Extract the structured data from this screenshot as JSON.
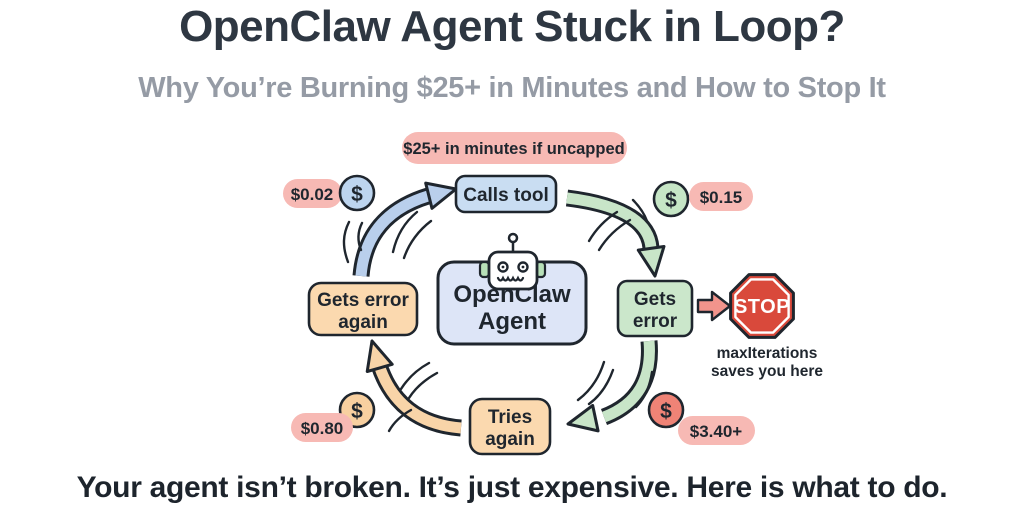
{
  "header": {
    "title": "OpenClaw Agent Stuck in Loop?",
    "subtitle": "Why You’re Burning $25+ in Minutes and How to Stop It"
  },
  "diagram": {
    "warning": "$25+ in minutes if uncapped",
    "agent": {
      "line1": "OpenClaw",
      "line2": "Agent"
    },
    "calls_tool": "Calls tool",
    "gets_error": {
      "line1": "Gets",
      "line2": "error"
    },
    "tries_again": {
      "line1": "Tries",
      "line2": "again"
    },
    "gets_error_again": {
      "line1": "Gets error",
      "line2": "again"
    },
    "costs": {
      "coin": "$",
      "call": "$0.02",
      "tool_result": "$0.15",
      "retry": "$0.80",
      "loop_total": "$3.40+"
    },
    "stop": {
      "sign": "STOP",
      "caption1": "maxIterations",
      "caption2": "saves you here"
    }
  },
  "footer": {
    "message": "Your agent isn’t broken. It’s just expensive. Here is what to do."
  },
  "colors": {
    "ink": "#1f262e",
    "highlight_pink": "#f7b9b4",
    "box_blue": "#c9ddf2",
    "box_agent": "#dde5f7",
    "box_green": "#cbe7cb",
    "box_orange": "#fbd9af",
    "arrow_blue": "#b9cfec",
    "arrow_green": "#c8e5c8",
    "arrow_orange": "#f8d4a8",
    "coin_blue": "#bdd5ef",
    "coin_green": "#c6e6c6",
    "coin_orange": "#f8d0a0",
    "coin_red": "#ef8376",
    "stop_red": "#d9493b",
    "stop_arrow": "#f2948c",
    "robot_ear_green": "#b7e0b8"
  }
}
